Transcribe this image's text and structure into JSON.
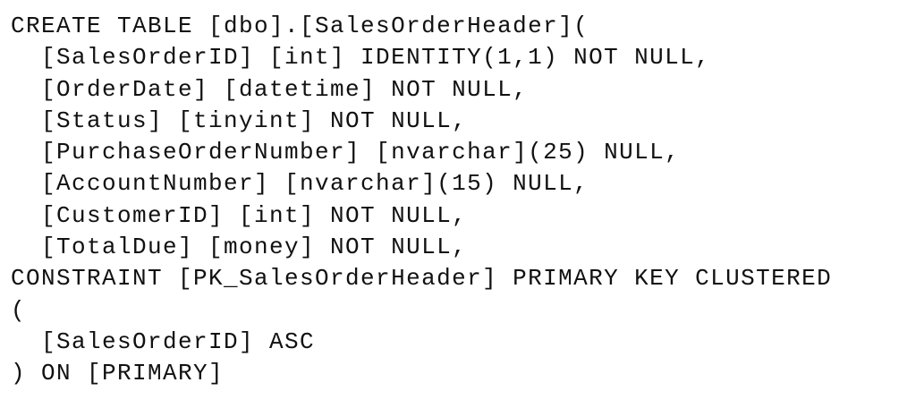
{
  "sql_script": {
    "lines": [
      "CREATE TABLE [dbo].[SalesOrderHeader](",
      "  [SalesOrderID] [int] IDENTITY(1,1) NOT NULL,",
      "  [OrderDate] [datetime] NOT NULL,",
      "  [Status] [tinyint] NOT NULL,",
      "  [PurchaseOrderNumber] [nvarchar](25) NULL,",
      "  [AccountNumber] [nvarchar](15) NULL,",
      "  [CustomerID] [int] NOT NULL,",
      "  [TotalDue] [money] NOT NULL,",
      "CONSTRAINT [PK_SalesOrderHeader] PRIMARY KEY CLUSTERED",
      "(",
      "  [SalesOrderID] ASC",
      ") ON [PRIMARY]"
    ]
  }
}
